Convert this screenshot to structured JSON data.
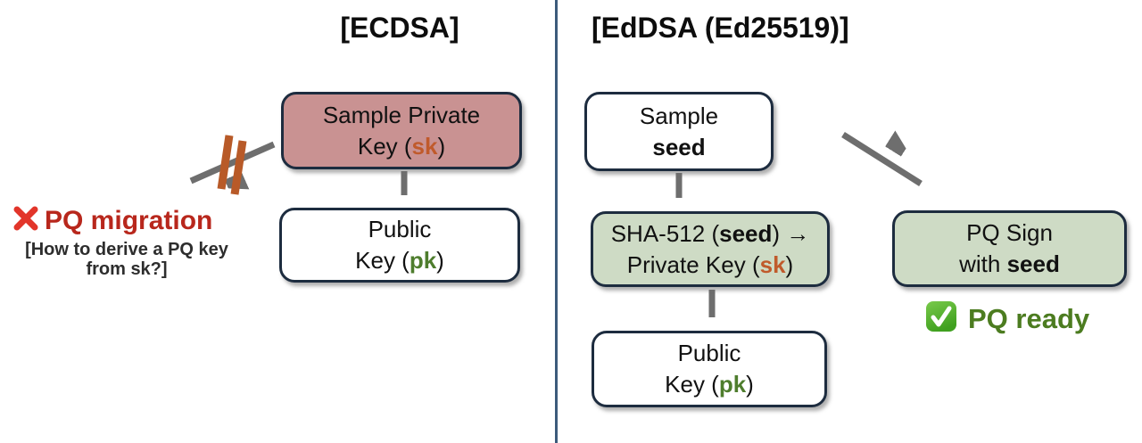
{
  "left_panel": {
    "title": "[ECDSA]",
    "boxes": {
      "sample_private_key": {
        "line1": "Sample Private",
        "line2_pre": "Key (",
        "line2_key": "sk",
        "line2_post": ")"
      },
      "public_key": {
        "line1": "Public",
        "line2_pre": "Key (",
        "line2_key": "pk",
        "line2_post": ")"
      }
    },
    "annotation": {
      "icon": "red-x-icon",
      "title": "PQ migration",
      "subtitle_line1": "[How to derive a PQ key",
      "subtitle_line2": "from sk?]"
    }
  },
  "right_panel": {
    "title": "[EdDSA (Ed25519)]",
    "boxes": {
      "sample_seed": {
        "line1": "Sample",
        "line2": "seed"
      },
      "sha512": {
        "line1_pre": "SHA-512 (",
        "line1_seed": "seed",
        "line1_post": ")",
        "line1_arrow": " →",
        "line2_pre": "Private Key (",
        "line2_key": "sk",
        "line2_post": ")"
      },
      "public_key": {
        "line1": "Public",
        "line2_pre": "Key (",
        "line2_key": "pk",
        "line2_post": ")"
      },
      "pq_sign": {
        "line1": "PQ Sign",
        "line2_pre": "with ",
        "line2_seed": "seed"
      }
    },
    "annotation": {
      "icon": "green-check-icon",
      "label": "PQ ready"
    }
  },
  "colors": {
    "box_pink": "#c99292",
    "box_green": "#cedbc5",
    "box_border": "#1d2c3f",
    "sk_orange": "#c05a2b",
    "pk_green": "#4e7d2d",
    "migration_red": "#b8271c",
    "x_red": "#e2352a",
    "ready_green": "#4c7c20",
    "check_green": "#49ab28",
    "arrow_gray": "#6e6e6e",
    "blocked_bar_orange": "#b85a28",
    "divider_blue": "#3c5b7b"
  }
}
